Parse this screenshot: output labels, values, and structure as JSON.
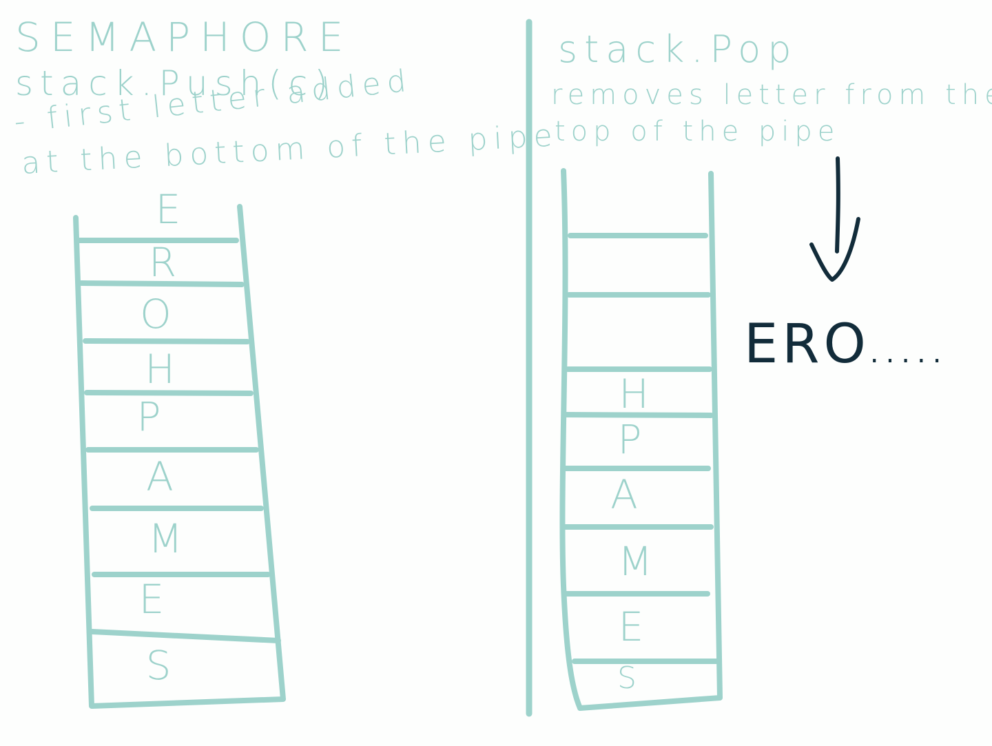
{
  "colors": {
    "ink": "#9dd2cb",
    "dark": "#122c3a",
    "background": "#fdfefd"
  },
  "left": {
    "title": "SEMAPHORE",
    "push": "stack.Push(c)",
    "note_line1": "- first letter added",
    "note_line2": "at the bottom of the pipe",
    "stack_top_to_bottom": [
      "E",
      "R",
      "O",
      "H",
      "P",
      "A",
      "M",
      "E",
      "S"
    ]
  },
  "right": {
    "pop": "stack.Pop",
    "note_line1": "removes letter from the",
    "note_line2": "top of the pipe",
    "stack_top_to_bottom": [
      "H",
      "P",
      "A",
      "M",
      "E",
      "S"
    ],
    "empty_slots": 3,
    "arrow_icon": "down-arrow-icon",
    "output": "ERO",
    "output_dots": "....."
  }
}
